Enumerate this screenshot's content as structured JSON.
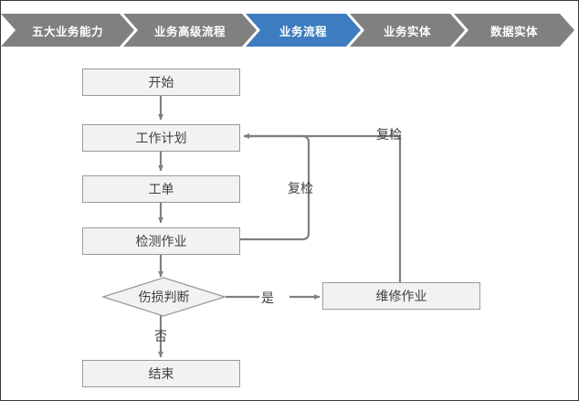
{
  "breadcrumb": {
    "items": [
      {
        "label": "五大业务能力",
        "state": "inactive",
        "color": "#808080"
      },
      {
        "label": "业务高级流程",
        "state": "inactive",
        "color": "#808080"
      },
      {
        "label": "业务流程",
        "state": "active",
        "color": "#3c7cbf"
      },
      {
        "label": "业务实体",
        "state": "inactive",
        "color": "#808080"
      },
      {
        "label": "数据实体",
        "state": "inactive",
        "color": "#808080"
      }
    ]
  },
  "flowchart": {
    "nodes": {
      "start": "开始",
      "work_plan": "工作计划",
      "work_order": "工单",
      "inspection": "检测作业",
      "damage_decision": "伤损判断",
      "repair": "维修作业",
      "end": "结束"
    },
    "edge_labels": {
      "recheck_inner": "复检",
      "recheck_outer": "复检",
      "yes": "是",
      "no": "否"
    },
    "colors": {
      "node_fill": "#f2f2f2",
      "node_border": "#9a9a9a",
      "connector": "#808080",
      "text": "#404040"
    }
  }
}
